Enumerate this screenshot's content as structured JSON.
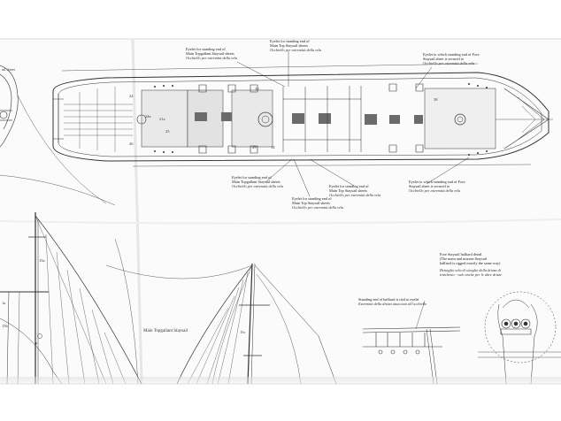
{
  "callouts": {
    "eyelet_main_topgallant_top": {
      "line1": "Eyelet for standing end of",
      "line2": "Main Topgallant Staysail sheets",
      "line3": "Occhiello per estremità della vela"
    },
    "eyelet_main_top_top": {
      "line1": "Eyelet for standing end of",
      "line2": "Main Top Staysail sheets",
      "line3": "Occhiello per estremità della vela"
    },
    "eyelet_fore_top": {
      "line1": "Eyelet to which standing end of Fore",
      "line2": "Staysail sheet is secured to",
      "line3": "Occhiello per estremità della vela"
    },
    "eyelet_main_topgallant_bottom": {
      "line1": "Eyelet for standing end of",
      "line2": "Main Topgallant Staysail sheets",
      "line3": "Occhiello per estremità della vela"
    },
    "eyelet_main_top_bottom": {
      "line1": "Eyelet for standing end of",
      "line2": "Main Top Staysail sheets",
      "line3": "Occhiello per estremità della vela"
    },
    "eyelet_fore_bottom": {
      "line1": "Eyelet to which standing end of Fore",
      "line2": "Staysail sheet is secured to",
      "line3": "Occhiello per estremità della vela"
    }
  },
  "fore_staysail_detail": {
    "line1": "Fore Staysail halliard detail",
    "line2": "(The main and mizzen Staysail",
    "line3": "halliard is rigged exactly the same way)",
    "line4": "Dettaglio vela di straglio della drizza di",
    "line5": "trinchetto - vale anche per le altre drizze"
  },
  "standing_end": {
    "line1": "Standing end of halliard is tied to eyelet",
    "line2": "Estremità della drizza attaccata all'occhiello"
  },
  "sail_label": "Main Topgallant Staysail",
  "corner_label": "ail sheet",
  "tags": {
    "t15a": "15a",
    "t15b": "15b",
    "t15c": "15c",
    "t1a": "1a",
    "tF": "F",
    "t24": "24",
    "t26": "26",
    "t24a": "24a",
    "t25": "25",
    "t21a": "21a",
    "t29": "29",
    "t14": "14",
    "t38": "38",
    "t20": "20"
  }
}
